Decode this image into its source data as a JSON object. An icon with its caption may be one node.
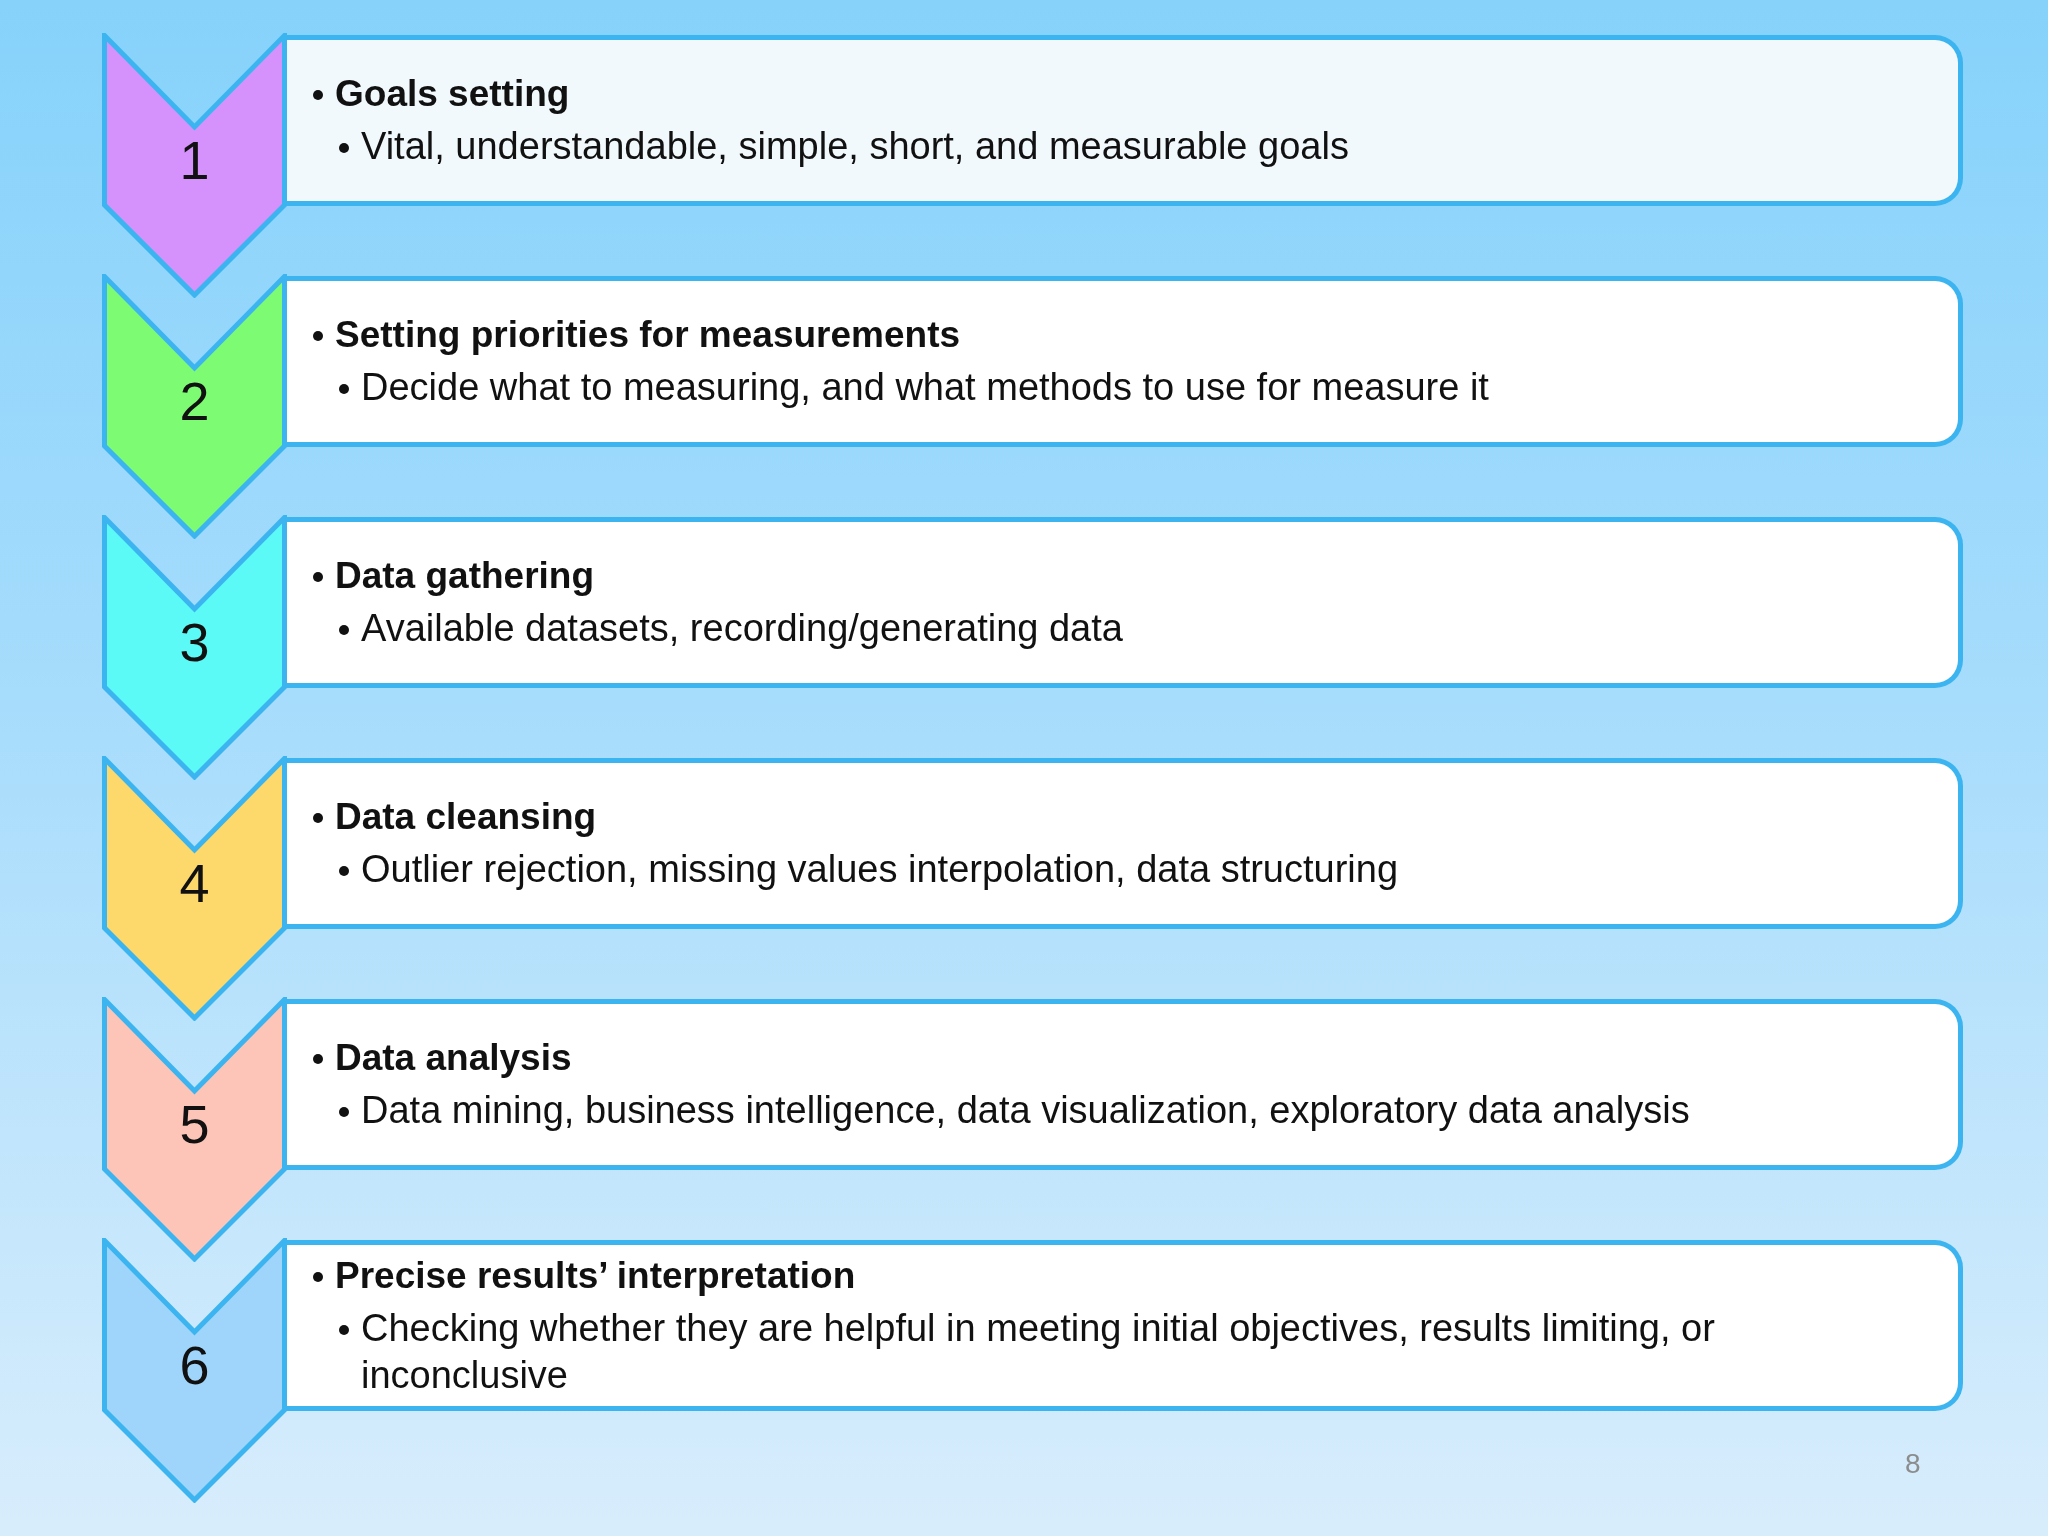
{
  "diagram": {
    "nodes": [
      {
        "text": [
          "1"
        ]
      },
      {
        "text": [
          "Goals setting",
          "Vital, understandable, simple, short, and measurable goals"
        ]
      },
      {
        "text": [
          "2"
        ]
      },
      {
        "text": [
          "Setting priorities for measurements",
          "Decide what to measuring, and what methods to use for measure it"
        ]
      },
      {
        "text": [
          "3"
        ]
      },
      {
        "text": [
          "Data gathering",
          "Available datasets, recording/generating data"
        ]
      },
      {
        "text": [
          "4"
        ]
      },
      {
        "text": [
          "Data cleansing",
          "Outlier rejection, missing values interpolation, data structuring"
        ]
      },
      {
        "text": [
          "5"
        ]
      },
      {
        "text": [
          "Data analysis",
          "Data mining, business intelligence, data visualization, exploratory data analysis"
        ]
      },
      {
        "text": [
          "6"
        ]
      },
      {
        "text": [
          "Precise results’ interpretation",
          "Checking whether they are helpful in meeting initial objectives, results limiting, or inconclusive"
        ]
      }
    ],
    "labels": [
      "8"
    ]
  }
}
